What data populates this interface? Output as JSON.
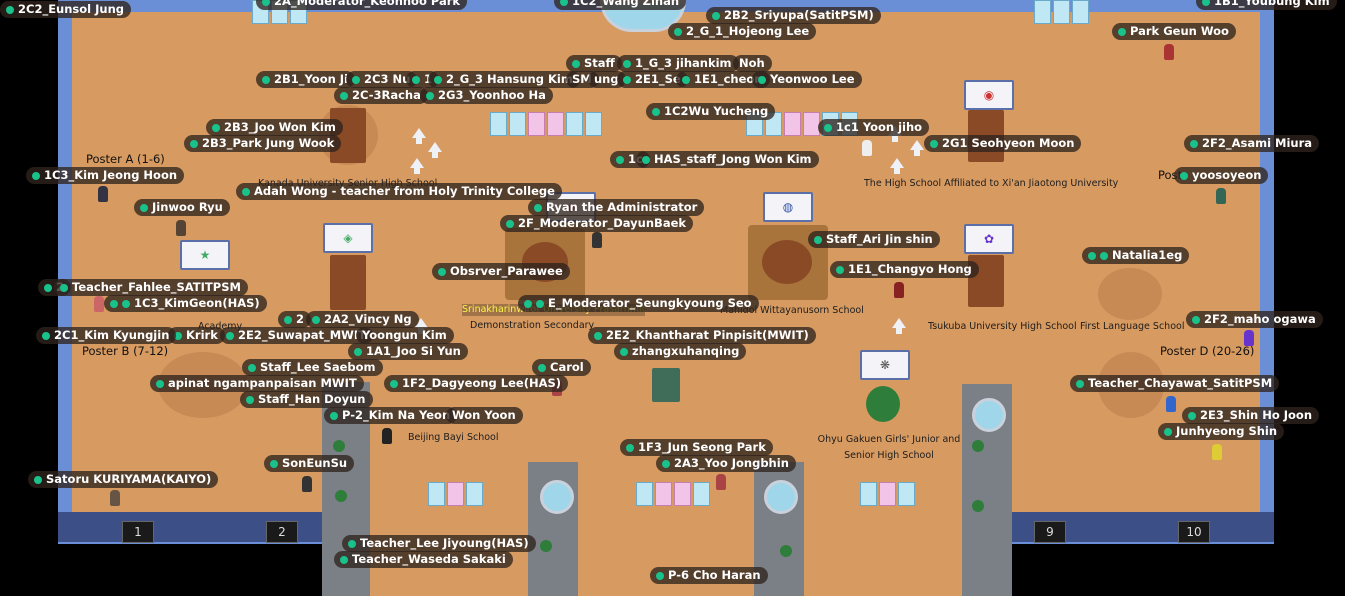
{
  "participants": [
    "2C2_Eunsol Jung",
    "2A_Moderator_Keonhoo Park",
    "1C2_Wang Zihan",
    "2B2_Sriyupa(SatitPSM)",
    "1B1_Youbung Kim",
    "2_G_1_Hojeong Lee",
    "Park Geun Woo",
    "Staff",
    "1_G_3 jihankim",
    "Noh",
    "2B1_Yoon Ji",
    "2C3 Nu",
    "1",
    "2_G_3 Hansung Kim",
    "SM",
    "ung",
    "2E1_Se",
    "1E1_cheon",
    "Yeonwoo Lee",
    "2C-3Racha",
    "2G3_Yoonhoo Ha",
    "1C2Wu Yucheng",
    "2B3_Joo Won Kim",
    "1c1 Yoon jiho",
    "2B3_Park Jung Wook",
    "2G1 Seohyeon Moon",
    "2F2_Asami Miura",
    "1c",
    "HAS_staff_Jong Won Kim",
    "1C3_Kim Jeong Hoon",
    "yoosoyeon",
    "Adah Wong - teacher from Holy Trinity College",
    "Jinwoo Ryu",
    "Ryan the Administrator",
    "2F_Moderator_DayunBaek",
    "Staff_Ari Jin shin",
    "Natalia1eg",
    "1E1_Changyo Hong",
    "Obsrver_Parawee",
    "2",
    "Teacher_Fahlee_SATITPSM",
    "1C3_KimGeon(HAS)",
    "E_Moderator_Seungkyoung Seo",
    "2",
    "2A2_Vincy Ng",
    "Krirk",
    "2E2_Suwapat_MWIT",
    "Yoongun Kim",
    "2F2_maho ogawa",
    "2C1_Kim Kyungjin",
    "2E2_Khantharat Pinpisit(MWIT)",
    "1A1_Joo Si Yun",
    "zhangxuhanqing",
    "Staff_Lee Saebom",
    "Carol",
    "apinat ngampanpaisan MWIT",
    "1F2_Dagyeong Lee(HAS)",
    "Teacher_Chayawat_SatitPSM",
    "Staff_Han Doyun",
    "P-2_Kim Na Yeon",
    "Won Yoon",
    "2E3_Shin Ho Joon",
    "Junhyeong Shin",
    "1F3_Jun Seong Park",
    "SonEunSu",
    "2A3_Yoo Jongbhin",
    "Satoru KURIYAMA(KAIYO)",
    "Teacher_Lee Jiyoung(HAS)",
    "Teacher_Waseda Sakaki",
    "P-6 Cho Haran"
  ],
  "posters": [
    "Poster A (1-6)",
    "Poster B (7-12)",
    "Poster D (20-26)",
    "Post"
  ],
  "schools": [
    "Kanada University Senior High School",
    "The High School Affiliated to Xi'an Jiaotong University",
    "Srinakharinwirot University Prasarnmit",
    "Demonstration Secondary",
    "Mahidol Wittayanusorn School",
    "Tsukuba University High School",
    "First Language School",
    "Beijing Bayi School",
    "Ohyu Gakuen Girls' Junior and Senior High School",
    "Academy"
  ],
  "rooms": [
    "1",
    "2",
    "9",
    "10"
  ],
  "colors": {
    "floor": "#d79a61",
    "wall": "#6b8fd6",
    "accent": "#19c28a",
    "label_bg": "#30241e"
  }
}
